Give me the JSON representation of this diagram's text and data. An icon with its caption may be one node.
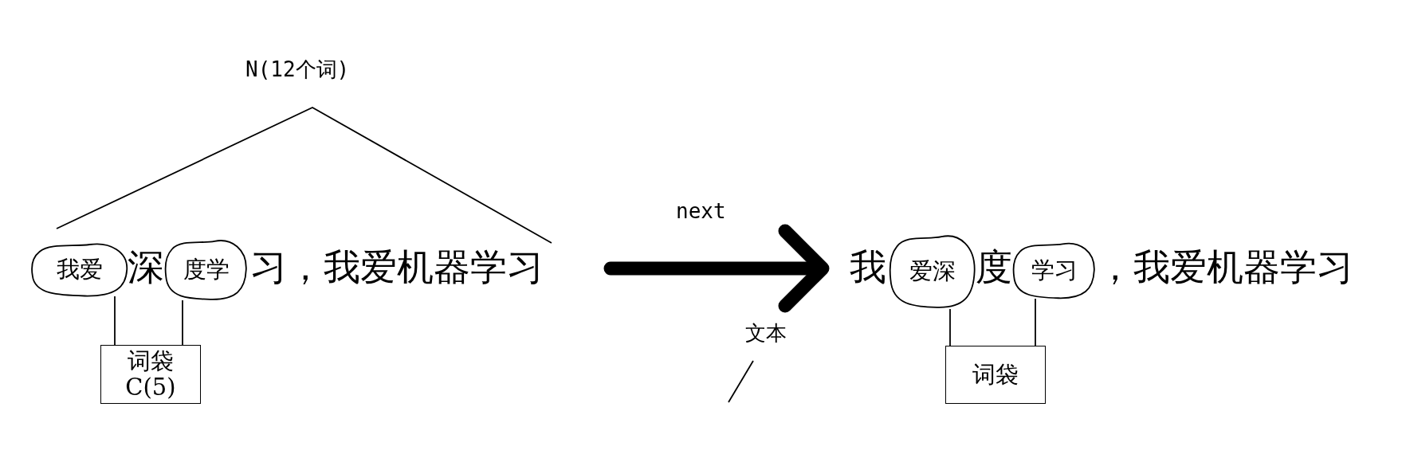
{
  "diagram": {
    "nodes": [
      {
        "text": [
          "我爱"
        ]
      },
      {
        "text": [
          "度学"
        ]
      },
      {
        "text": [
          "词袋",
          "C(5)"
        ]
      },
      {
        "text": [
          "爱深"
        ]
      },
      {
        "text": [
          "学习"
        ]
      },
      {
        "text": [
          "词袋"
        ]
      }
    ],
    "edges": [
      {
        "from": 0,
        "to": 2,
        "arrow": "none"
      },
      {
        "from": 1,
        "to": 2,
        "arrow": "none"
      },
      {
        "from": 3,
        "to": 5,
        "arrow": "none"
      },
      {
        "from": 4,
        "to": 5,
        "arrow": "none"
      }
    ],
    "labels": [
      "N(12个词)",
      "深",
      "习，我爱机器学习",
      "next",
      "我",
      "度",
      "，我爱机器学习",
      "文本"
    ]
  }
}
